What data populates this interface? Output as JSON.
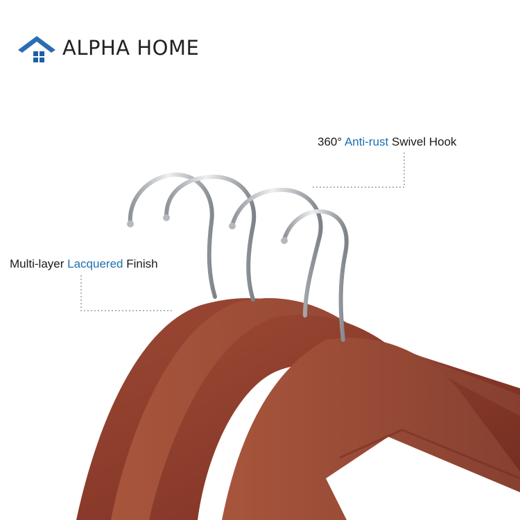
{
  "brand": {
    "name": "ALPHA HOME",
    "logo_icon": "house-icon",
    "colors": {
      "roof": "#2b6cb5",
      "window": "#1f5fa8"
    }
  },
  "callouts": {
    "hook": {
      "prefix": "360°",
      "highlight": "Anti-rust",
      "suffix": "Swivel Hook"
    },
    "finish": {
      "prefix": "Multi-layer",
      "highlight": "Lacquered",
      "suffix": "Finish"
    },
    "highlight_color": "#1b6fb0"
  },
  "product": {
    "hanger_count": 4,
    "wood_color": "#8a3a2a",
    "hook_color": "#c0c4c8"
  }
}
